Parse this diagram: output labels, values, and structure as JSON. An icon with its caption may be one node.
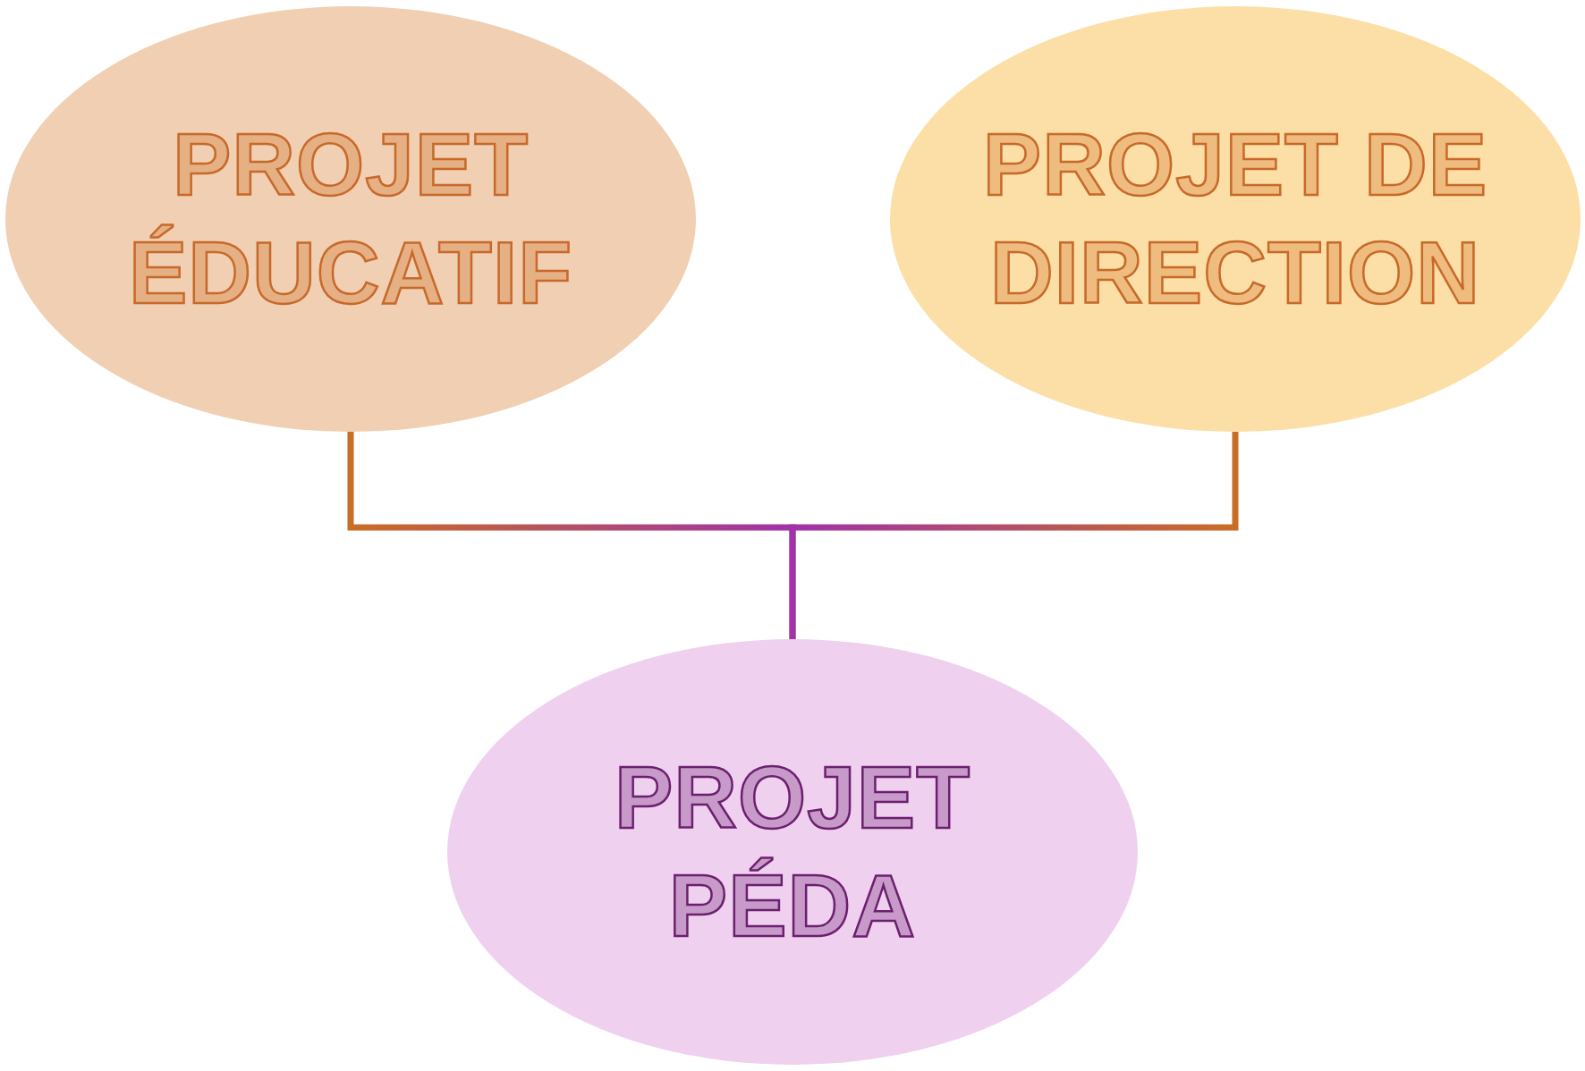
{
  "diagram": {
    "nodes": [
      {
        "text": [
          "PROJET ÉDUCATIF"
        ]
      },
      {
        "text": [
          "PROJET DE DIRECTION"
        ]
      },
      {
        "text": [
          "PROJET PÉDA"
        ]
      }
    ],
    "edges": [
      {
        "from": 0,
        "to": 2,
        "arrow": "none"
      },
      {
        "from": 1,
        "to": 2,
        "arrow": "none"
      }
    ]
  }
}
